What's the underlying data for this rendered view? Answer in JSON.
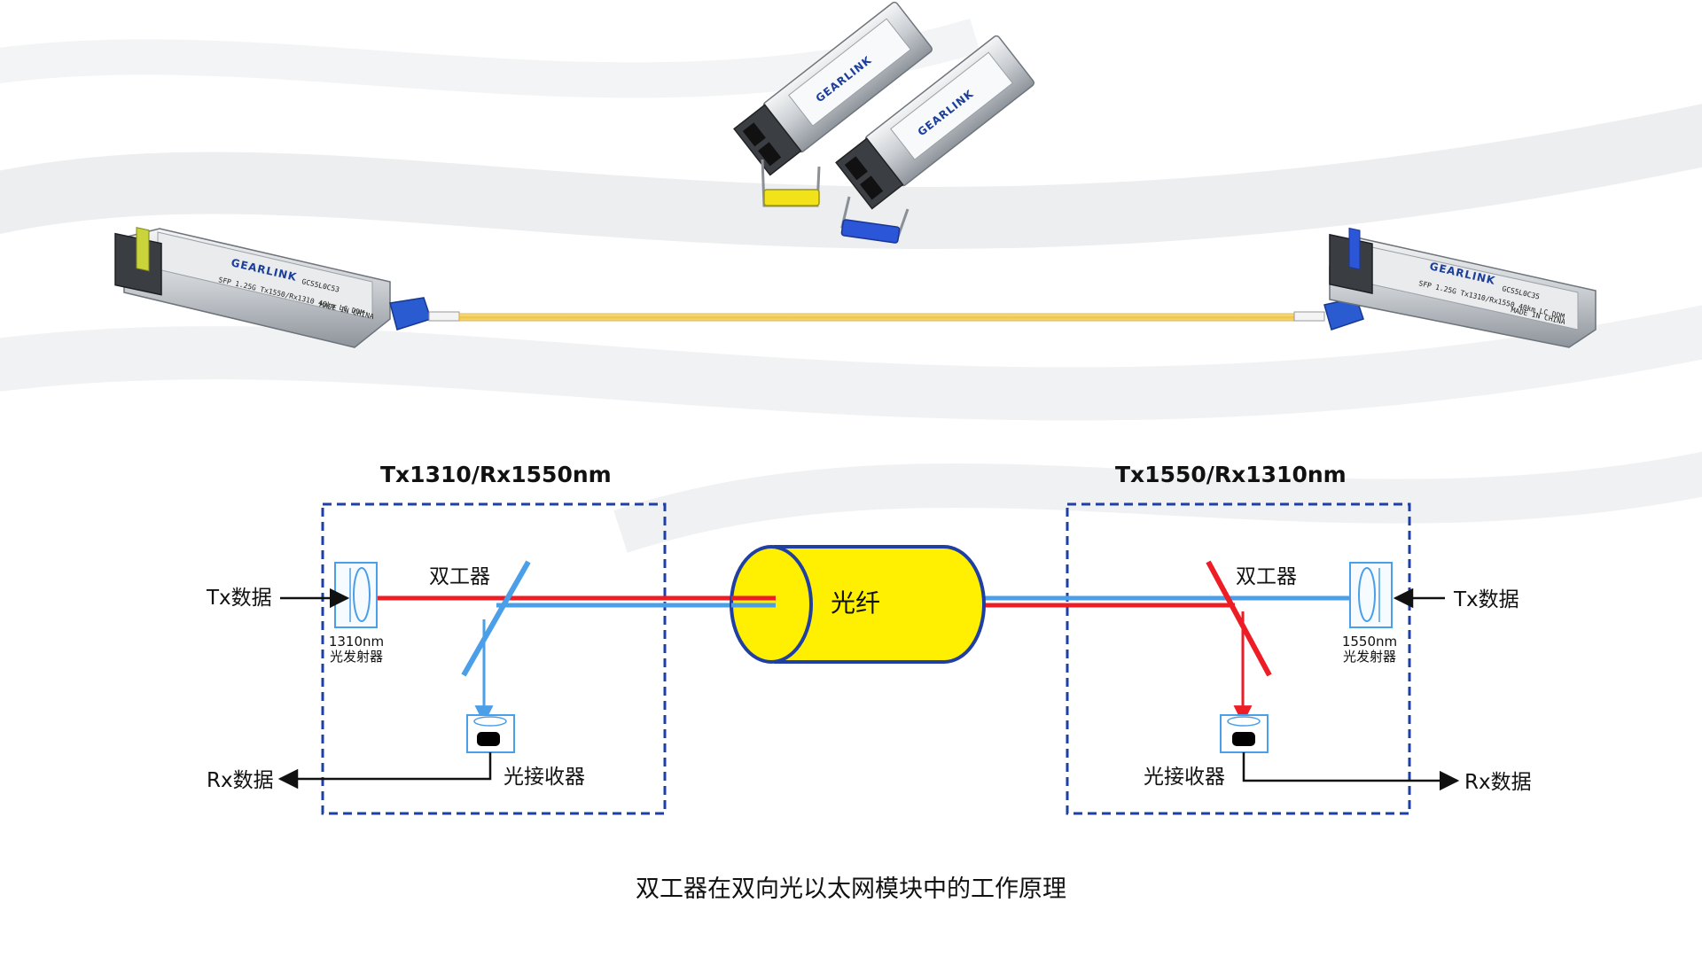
{
  "modules": {
    "brand": "GEARLINK",
    "left_part_no": "GCS5L0C53",
    "right_part_no": "GCS5L0C35",
    "left_spec": "SFP 1.25G Tx1550/Rx1310 40km LC DDM",
    "right_spec": "SFP 1.25G Tx1310/Rx1550 40km LC DDM",
    "made_in": "MADE IN CHINA",
    "latch_colors": [
      "#f1e21a",
      "#2b56d8"
    ]
  },
  "left_unit": {
    "title": "Tx1310/Rx1550nm",
    "diplexer": "双工器",
    "tx_input": "Tx数据",
    "emitter_wavelength": "1310nm",
    "emitter_label": "光发射器",
    "receiver": "光接收器",
    "rx_output": "Rx数据"
  },
  "right_unit": {
    "title": "Tx1550/Rx1310nm",
    "diplexer": "双工器",
    "tx_input": "Tx数据",
    "emitter_wavelength": "1550nm",
    "emitter_label": "光发射器",
    "receiver": "光接收器",
    "rx_output": "Rx数据"
  },
  "fiber": {
    "label": "光纤"
  },
  "caption": "双工器在双向光以太网模块中的工作原理",
  "colors": {
    "beam_1310": "#ee1c25",
    "beam_1550": "#4a9fe8",
    "box_border": "#1f3fa3",
    "fiber_fill": "#ffef00",
    "patch_cable": "#f3d46b"
  }
}
